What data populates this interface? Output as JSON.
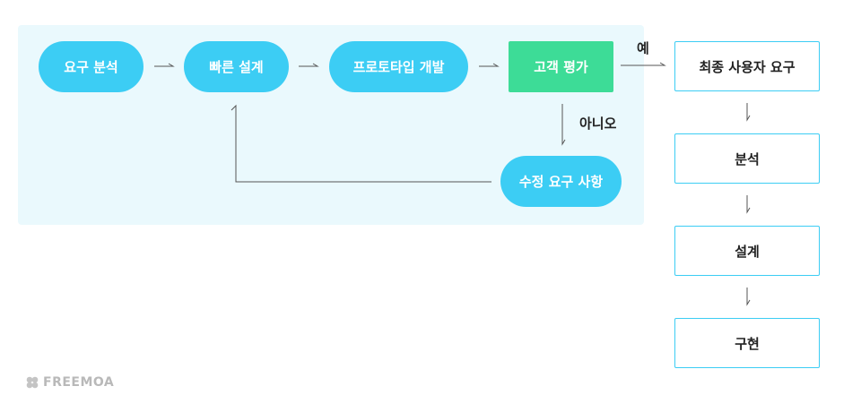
{
  "flow": {
    "requirements_analysis": "요구 분석",
    "quick_design": "빠른 설계",
    "prototype_dev": "프로토타입 개발",
    "customer_eval": "고객 평가",
    "revise_requirements": "수정 요구 사항",
    "yes_label": "예",
    "no_label": "아니오"
  },
  "final_steps": {
    "final_requirements": "최종 사용자 요구",
    "analysis": "분석",
    "design": "설계",
    "implementation": "구현"
  },
  "brand": {
    "logo_text": "FREEMOA"
  },
  "colors": {
    "panel_bg": "#eaf9fd",
    "pill": "#3ccdf4",
    "eval": "#3ddc97",
    "box_border": "#3ccdf4",
    "arrow": "#555555"
  }
}
